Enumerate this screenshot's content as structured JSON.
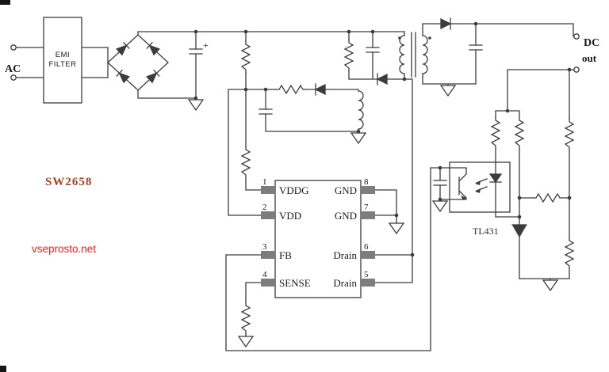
{
  "labels": {
    "ac": "AC",
    "emi_line1": "EMI",
    "emi_line2": "FILTER",
    "cap_plus": "+",
    "dc_line1": "DC",
    "dc_line2": "out",
    "part_number": "SW2658",
    "watermark": "vseprosto.net",
    "regulator": "TL431"
  },
  "ic": {
    "left_pins": [
      {
        "number": "1",
        "name": "VDDG"
      },
      {
        "number": "2",
        "name": "VDD"
      },
      {
        "number": "3",
        "name": "FB"
      },
      {
        "number": "4",
        "name": "SENSE"
      }
    ],
    "right_pins": [
      {
        "number": "8",
        "name": "GND"
      },
      {
        "number": "7",
        "name": "GND"
      },
      {
        "number": "6",
        "name": "Drain"
      },
      {
        "number": "5",
        "name": "Drain"
      }
    ]
  },
  "colors": {
    "wire": "#3c3c3c",
    "pin_stub": "#7d7d7d",
    "part_number": "#a8401e",
    "watermark": "#ff1a1a"
  }
}
